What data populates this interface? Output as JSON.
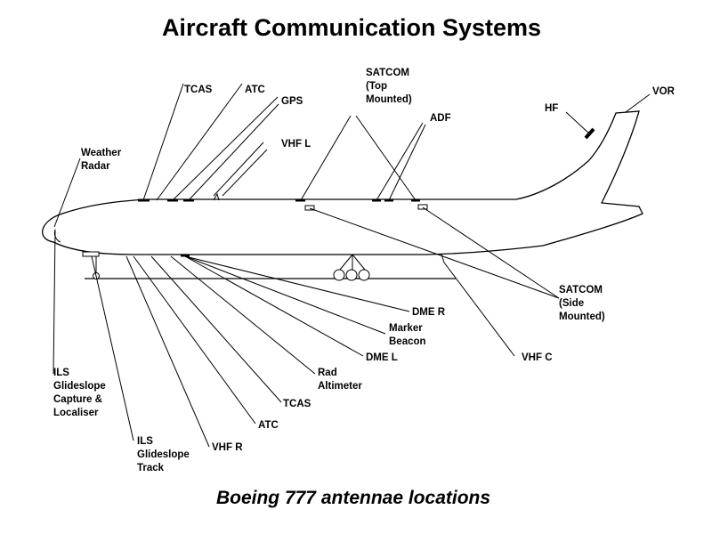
{
  "title": "Aircraft Communication Systems",
  "caption": "Boeing 777 antennae locations",
  "labels": {
    "tcas_top": "TCAS",
    "atc_top": "ATC",
    "gps": "GPS",
    "vhf_l": "VHF L",
    "weather_radar": [
      "Weather",
      "Radar"
    ],
    "satcom_top": [
      "SATCOM",
      "(Top",
      "Mounted)"
    ],
    "adf": "ADF",
    "hf": "HF",
    "vor": "VOR",
    "satcom_side": [
      "SATCOM",
      "(Side",
      "Mounted)"
    ],
    "dme_r": "DME R",
    "marker_beacon": [
      "Marker",
      "Beacon"
    ],
    "dme_l": "DME L",
    "vhf_c": "VHF C",
    "rad_altimeter": [
      "Rad",
      "Altimeter"
    ],
    "tcas_bottom": "TCAS",
    "atc_bottom": "ATC",
    "vhf_r": "VHF R",
    "ils_glideslope_capture": [
      "ILS",
      "Glideslope",
      "Capture &",
      "Localiser"
    ],
    "ils_glideslope_track": [
      "ILS",
      "Glideslope",
      "Track"
    ]
  }
}
